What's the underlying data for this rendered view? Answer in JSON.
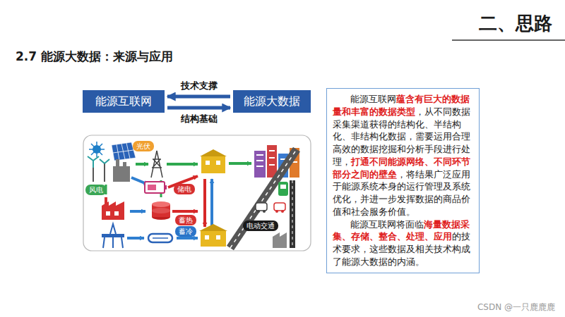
{
  "diagram": {
    "title": "2.7 能源大数据：来源与应用",
    "nodes": [
      {
        "text": [
          "能源互联网"
        ]
      },
      {
        "text": [
          "能源大数据"
        ]
      },
      {
        "text": [
          "光伏"
        ]
      },
      {
        "text": [
          "风电"
        ]
      },
      {
        "text": [
          "储电"
        ]
      },
      {
        "text": [
          "蓄热"
        ]
      },
      {
        "text": [
          "蓄冷"
        ]
      },
      {
        "text": [
          "电动交通"
        ]
      },
      {
        "text": [
          "能源互联网",
          "蕴含有巨大的数据量和丰富的数据类型",
          "，从不同数据采集渠道获得的结构化、半结构化、非结构化数据，需要运用合理高效的数据挖掘和分析手段进行处理，",
          "打通不同能源网络、不同环节部分之间的壁垒",
          "，将结果广泛应用于能源系统本身的运行管理及系统优化，并进一步发挥数据的商品价值和社会服务价值。",
          "能源互联网将面临",
          "海量数据采集、存储、整合、处理、应用",
          "的技术要求，这些数据及相关技术构成了能源大数据的内涵。"
        ]
      }
    ],
    "edges": [
      {
        "from": 1,
        "to": 0,
        "arrow": "to",
        "label": "技术支撑"
      },
      {
        "from": 0,
        "to": 1,
        "arrow": "to",
        "label": "结构基础"
      }
    ],
    "labels": [
      "二、思路",
      "CSDN @一只鹿鹿鹿"
    ]
  }
}
